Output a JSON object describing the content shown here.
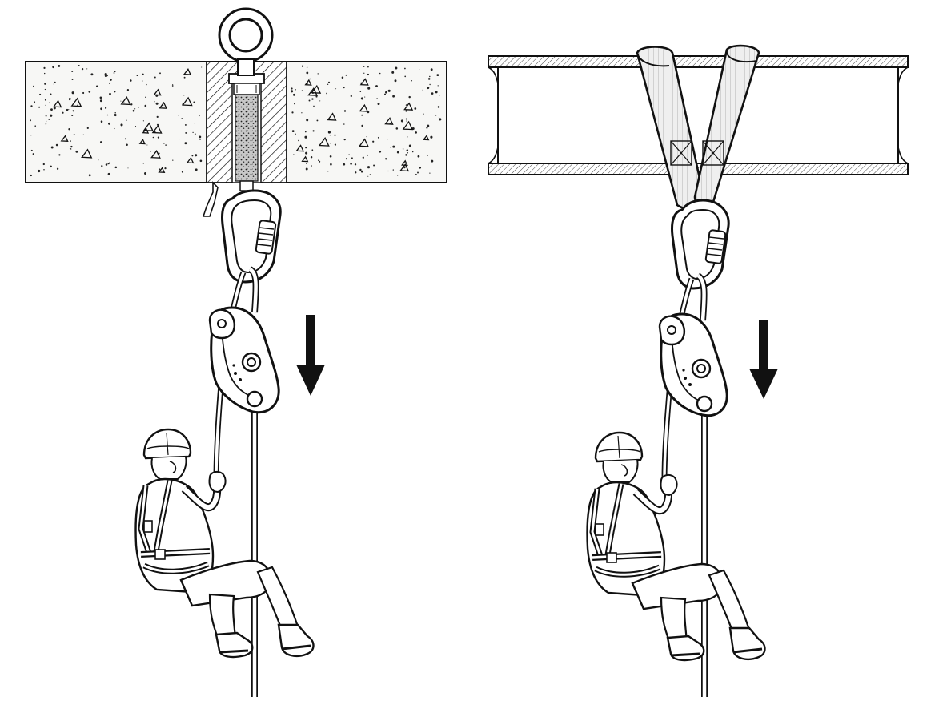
{
  "colors": {
    "ink": "#111111",
    "paper": "#ffffff",
    "concrete": "#f7f7f5",
    "webbing": "#ececec",
    "resin": "#bdbdbd"
  },
  "panels": [
    {
      "name": "anchor-concrete-eyebolt",
      "anchor_type": "eyebolt-in-concrete",
      "icons": [
        "eyebolt-icon",
        "carabiner-icon",
        "descender-icon",
        "down-arrow-icon",
        "worker-icon",
        "rope-icon"
      ]
    },
    {
      "name": "anchor-beam-sling",
      "anchor_type": "sling-on-i-beam",
      "icons": [
        "webbing-sling-icon",
        "carabiner-icon",
        "descender-icon",
        "down-arrow-icon",
        "worker-icon",
        "rope-icon"
      ]
    }
  ]
}
